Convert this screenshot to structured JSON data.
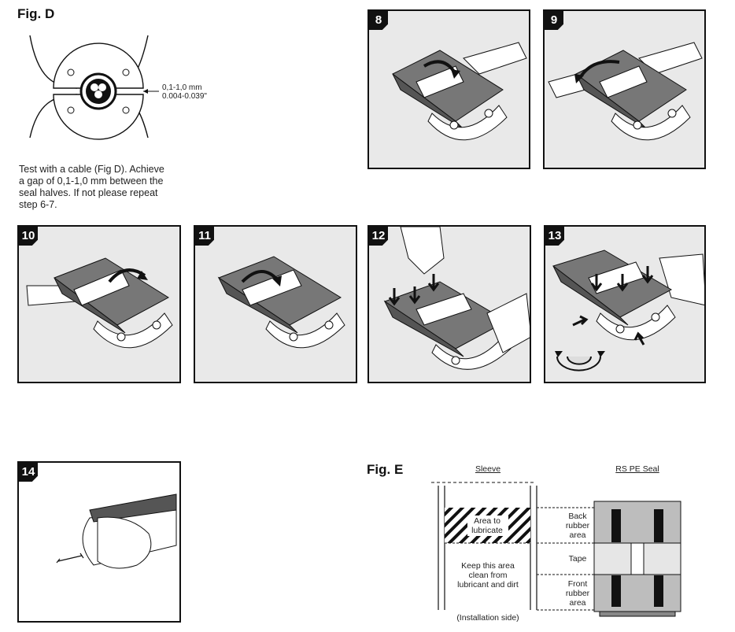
{
  "fig_d": {
    "title": "Fig. D",
    "gap_mm": "0,1-1,0 mm",
    "gap_in": "0.004-0.039\"",
    "caption": [
      "Test with a cable (Fig D). Achieve",
      "a gap of 0,1-1,0 mm between the",
      "seal halves. If not please repeat",
      "step 6-7."
    ]
  },
  "steps": [
    "8",
    "9",
    "10",
    "11",
    "12",
    "13",
    "14"
  ],
  "fig_e": {
    "title": "Fig. E",
    "sleeve_label": "Sleeve",
    "seal_label": "RS PE Seal",
    "lubricate_area": [
      "Area to",
      "lubricate"
    ],
    "clean_area": [
      "Keep this area",
      "clean from",
      "lubricant and dirt"
    ],
    "installation_side": "(Installation side)",
    "back_rubber": [
      "Back",
      "rubber",
      "area"
    ],
    "tape": "Tape",
    "front_rubber": [
      "Front",
      "rubber",
      "area"
    ]
  }
}
